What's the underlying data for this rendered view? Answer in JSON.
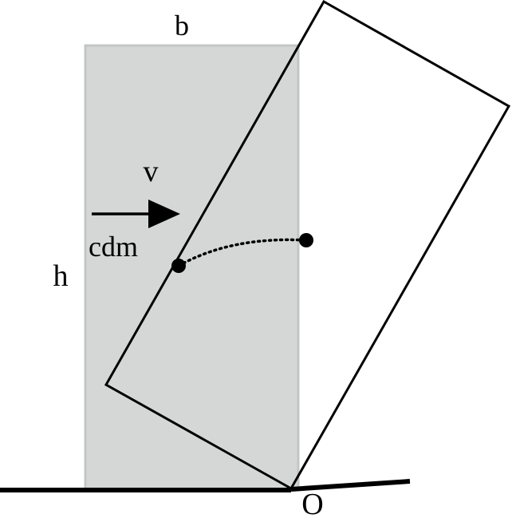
{
  "labels": {
    "width": "b",
    "height": "h",
    "velocity": "v",
    "center_of_mass": "cdm",
    "pivot": "O"
  },
  "colors": {
    "block_fill": "#d5d7d7",
    "block_edge": "#c4c6c6",
    "stroke": "#000000",
    "background": "#ffffff"
  }
}
